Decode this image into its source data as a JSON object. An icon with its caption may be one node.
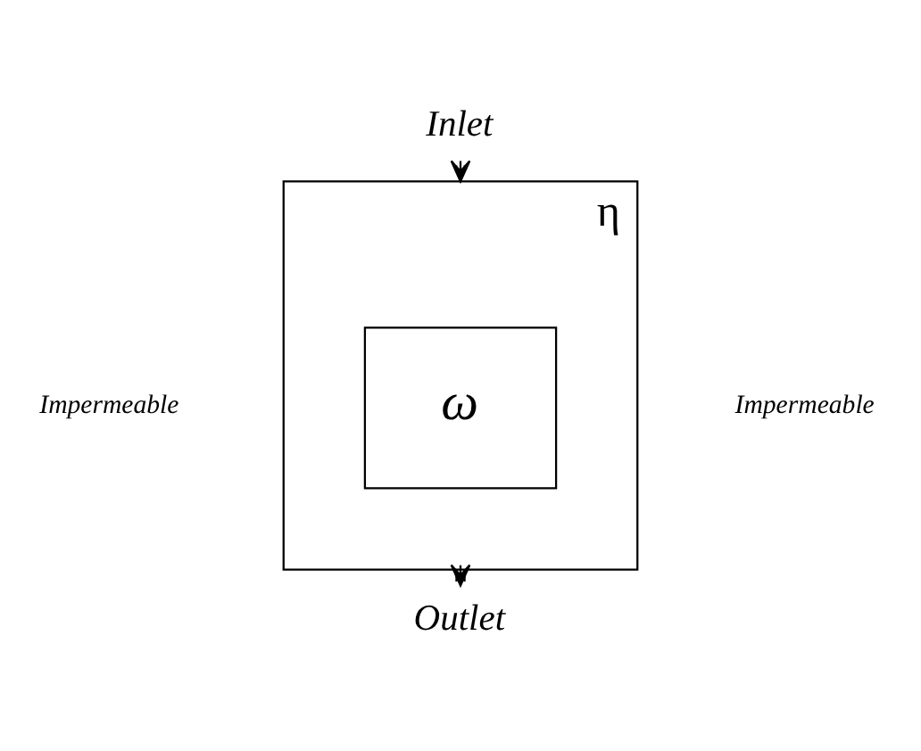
{
  "diagram": {
    "nodes": [
      {
        "text": [
          "η"
        ]
      },
      {
        "text": [
          "ω"
        ],
        "in": 0
      },
      {
        "text": [
          "Inlet"
        ]
      },
      {
        "text": [
          "Outlet"
        ]
      }
    ],
    "edges": [
      {
        "from": 2,
        "to": 0,
        "arrow": "to"
      },
      {
        "from": 0,
        "to": 3,
        "arrow": "to"
      }
    ],
    "labels": [
      "Impermeable",
      "Impermeable"
    ]
  }
}
